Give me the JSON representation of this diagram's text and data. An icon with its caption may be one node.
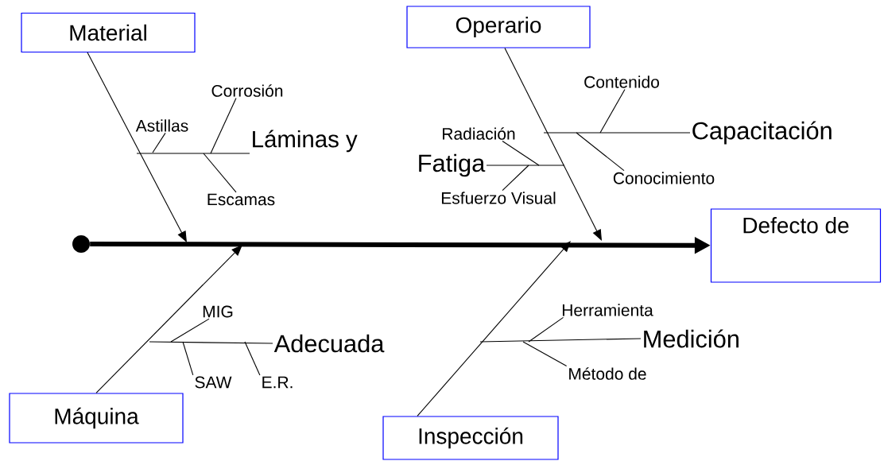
{
  "diagram": {
    "nodes": [
      {
        "text": [
          "Material"
        ]
      },
      {
        "text": [
          "Operario"
        ]
      },
      {
        "text": [
          "Corrosión"
        ]
      },
      {
        "text": [
          "Contenido"
        ]
      },
      {
        "text": [
          "Astillas"
        ]
      },
      {
        "text": [
          "Láminas y"
        ]
      },
      {
        "text": [
          "Radiación"
        ]
      },
      {
        "text": [
          "Capacitación"
        ]
      },
      {
        "text": [
          "Fatiga"
        ]
      },
      {
        "text": [
          "Conocimiento"
        ]
      },
      {
        "text": [
          "Escamas"
        ]
      },
      {
        "text": [
          "Esfuerzo Visual"
        ]
      },
      {
        "text": [],
        "shape": "circle"
      },
      {
        "text": [
          "Defecto de"
        ]
      },
      {
        "text": [
          "MIG"
        ]
      },
      {
        "text": [
          "Herramienta"
        ]
      },
      {
        "text": [
          "Adecuada"
        ]
      },
      {
        "text": [
          "Medición"
        ]
      },
      {
        "text": [
          "SAW"
        ]
      },
      {
        "text": [
          "E.R."
        ]
      },
      {
        "text": [
          "Método de"
        ]
      },
      {
        "text": [
          "Máquina"
        ]
      },
      {
        "text": [
          "Inspección"
        ]
      }
    ],
    "edges": [
      {
        "from": 12,
        "to": 13,
        "arrow": "to",
        "style": "thick"
      },
      {
        "from": 0,
        "to": null,
        "arrow": "to"
      },
      {
        "from": 1,
        "to": null,
        "arrow": "to"
      },
      {
        "from": 21,
        "to": null,
        "arrow": "to"
      },
      {
        "from": 22,
        "to": null,
        "arrow": "to"
      },
      {
        "from": 5,
        "to": null,
        "arrow": "none"
      },
      {
        "from": 2,
        "to": null,
        "arrow": "none"
      },
      {
        "from": 4,
        "to": null,
        "arrow": "none"
      },
      {
        "from": 10,
        "to": null,
        "arrow": "none"
      },
      {
        "from": 7,
        "to": null,
        "arrow": "none"
      },
      {
        "from": 3,
        "to": null,
        "arrow": "none"
      },
      {
        "from": 9,
        "to": null,
        "arrow": "none"
      },
      {
        "from": 8,
        "to": null,
        "arrow": "none"
      },
      {
        "from": 6,
        "to": null,
        "arrow": "none"
      },
      {
        "from": 11,
        "to": null,
        "arrow": "none"
      },
      {
        "from": 16,
        "to": null,
        "arrow": "none"
      },
      {
        "from": 14,
        "to": null,
        "arrow": "none"
      },
      {
        "from": 18,
        "to": null,
        "arrow": "none"
      },
      {
        "from": 19,
        "to": null,
        "arrow": "none"
      },
      {
        "from": 17,
        "to": null,
        "arrow": "none"
      },
      {
        "from": 15,
        "to": null,
        "arrow": "none"
      },
      {
        "from": 20,
        "to": null,
        "arrow": "none"
      }
    ]
  }
}
